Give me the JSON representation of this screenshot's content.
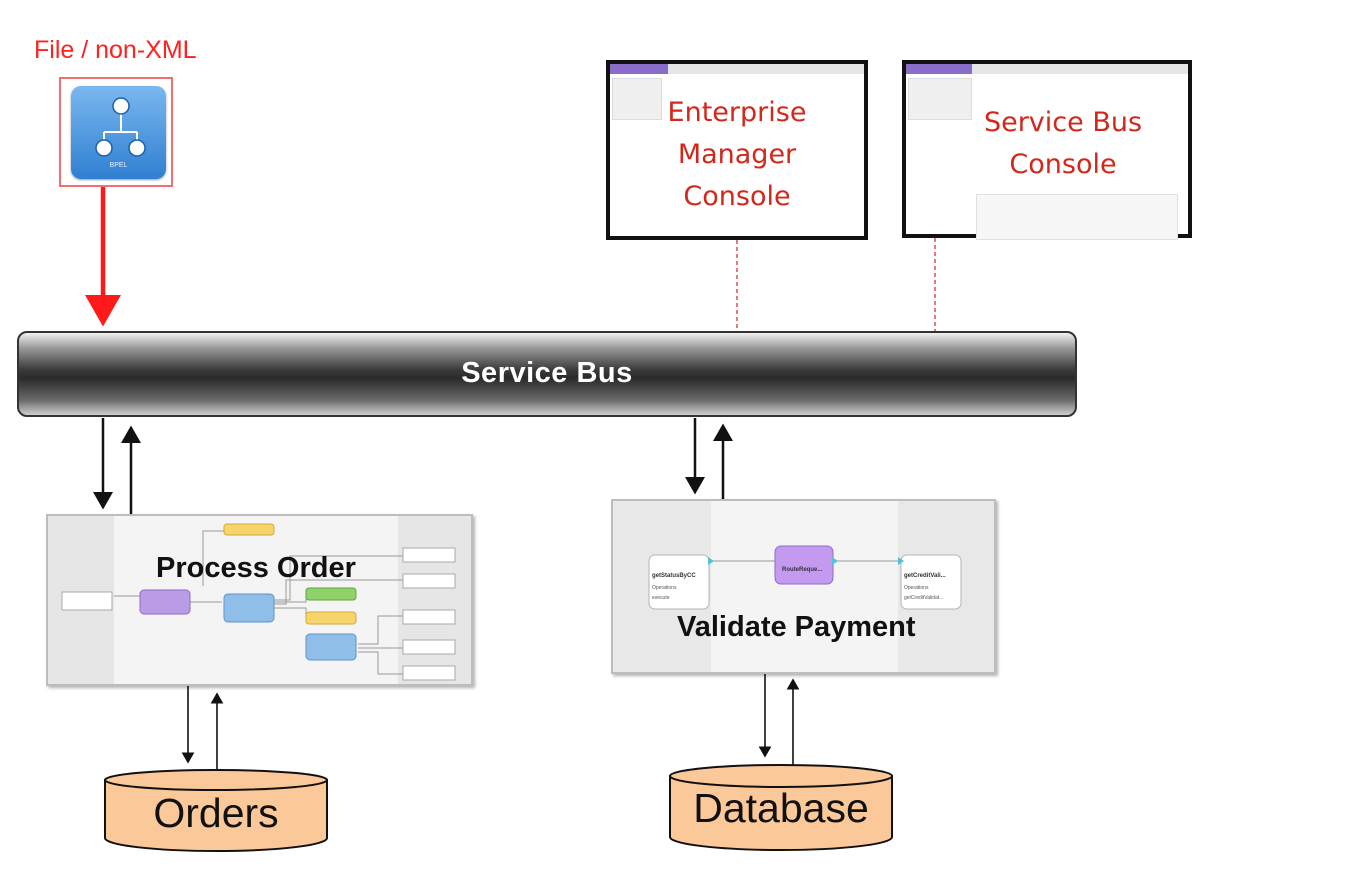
{
  "file_source": {
    "label": "File / non-XML",
    "icon_caption": "BPEL",
    "icon": "bpel-process-icon"
  },
  "consoles": [
    {
      "title_lines": [
        "Enterprise",
        "Manager",
        "Console"
      ]
    },
    {
      "title_lines": [
        "Service Bus",
        "Console"
      ]
    }
  ],
  "service_bus": {
    "label": "Service Bus"
  },
  "process_order": {
    "title": "Process Order"
  },
  "validate_payment": {
    "title": "Validate Payment",
    "left_node": {
      "name": "getStatusByCC",
      "rows": [
        "Operations",
        "execute"
      ]
    },
    "center_node": {
      "name": "RouteReque..."
    },
    "right_node": {
      "name": "getCreditVali...",
      "rows": [
        "Operations",
        "getCreditValidat..."
      ]
    }
  },
  "databases": [
    {
      "label": "Orders"
    },
    {
      "label": "Database"
    }
  ],
  "colors": {
    "file_arrow": "#ff1a1a",
    "console_title": "#d2281c",
    "database_fill": "#fbc89a"
  }
}
